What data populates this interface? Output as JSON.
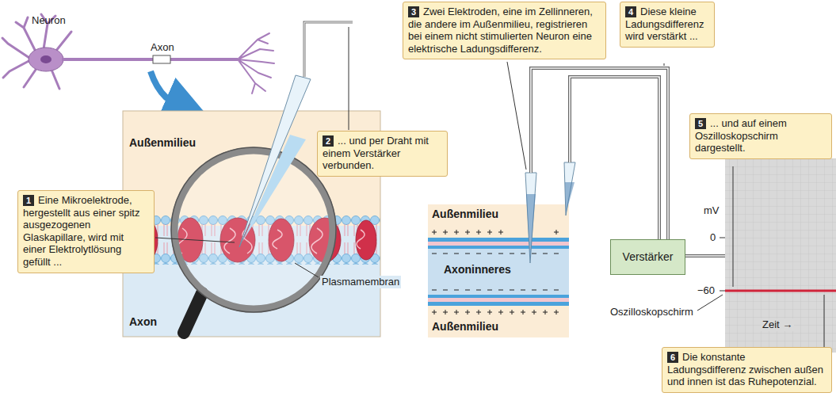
{
  "diagram": {
    "nodes": [
      {
        "text": [
          "1",
          "Eine Mikroelektrode, hergestellt aus einer spitz ausgezogenen Glaskapillare, wird mit einer Elektrolytlösung gefüllt ..."
        ]
      },
      {
        "text": [
          "2",
          "... und per Draht mit einem Verstärker verbunden."
        ]
      },
      {
        "text": [
          "3",
          "Zwei Elektroden, eine im Zellinneren, die andere im Außenmilieu, registrieren bei einem nicht stimulierten Neuron eine elektrische Ladungsdifferenz."
        ]
      },
      {
        "text": [
          "4",
          "Diese kleine Ladungsdifferenz wird verstärkt ..."
        ]
      },
      {
        "text": [
          "5",
          "... und auf einem Oszilloskopschirm dargestellt."
        ]
      },
      {
        "text": [
          "6",
          "Die konstante Ladungsdifferenz zwischen außen und innen ist das Ruhepotenzial."
        ]
      },
      {
        "text": [
          "Verstärker"
        ]
      }
    ],
    "labels": [
      "Neuron",
      "Axon",
      "Außenmilieu",
      "Axon",
      "Plasmamembran",
      "Außenmilieu",
      "Axoninneres",
      "Außenmilieu",
      "mV",
      "0",
      "−60",
      "Oszilloskopschirm",
      "Zeit →"
    ]
  }
}
